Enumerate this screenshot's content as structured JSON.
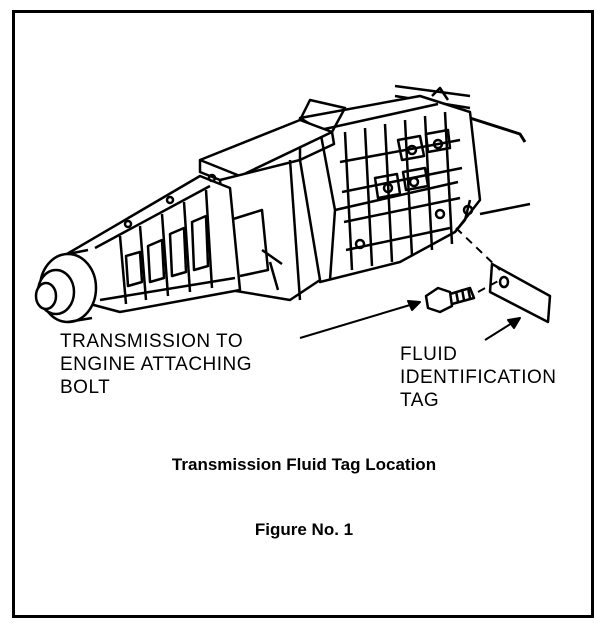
{
  "labels": {
    "bolt": [
      "TRANSMISSION TO",
      "ENGINE ATTACHING",
      "BOLT"
    ],
    "tag": [
      "FLUID",
      "IDENTIFICATION",
      "TAG"
    ]
  },
  "caption": "Transmission Fluid Tag Location",
  "figure": "Figure No. 1",
  "colors": {
    "ink": "#000000",
    "paper": "#ffffff"
  }
}
